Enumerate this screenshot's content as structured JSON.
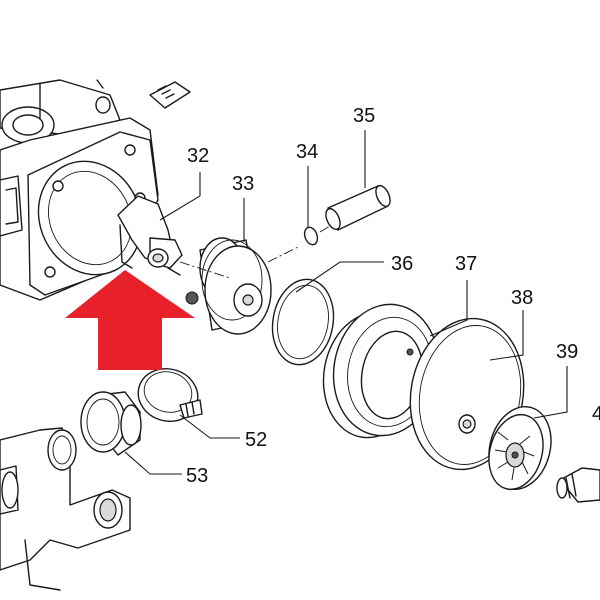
{
  "parts": [
    {
      "id": "p32",
      "label": "32"
    },
    {
      "id": "p33",
      "label": "33"
    },
    {
      "id": "p34",
      "label": "34"
    },
    {
      "id": "p35",
      "label": "35"
    },
    {
      "id": "p36",
      "label": "36"
    },
    {
      "id": "p37",
      "label": "37"
    },
    {
      "id": "p38",
      "label": "38"
    },
    {
      "id": "p39",
      "label": "39"
    },
    {
      "id": "p40",
      "label": "4"
    },
    {
      "id": "p52",
      "label": "52"
    },
    {
      "id": "p53",
      "label": "53"
    }
  ],
  "colors": {
    "highlight_arrow": "#e8202a",
    "line": "#1a1a1a",
    "background": "#ffffff"
  },
  "icons": {
    "arrow": "up-arrow-icon"
  }
}
